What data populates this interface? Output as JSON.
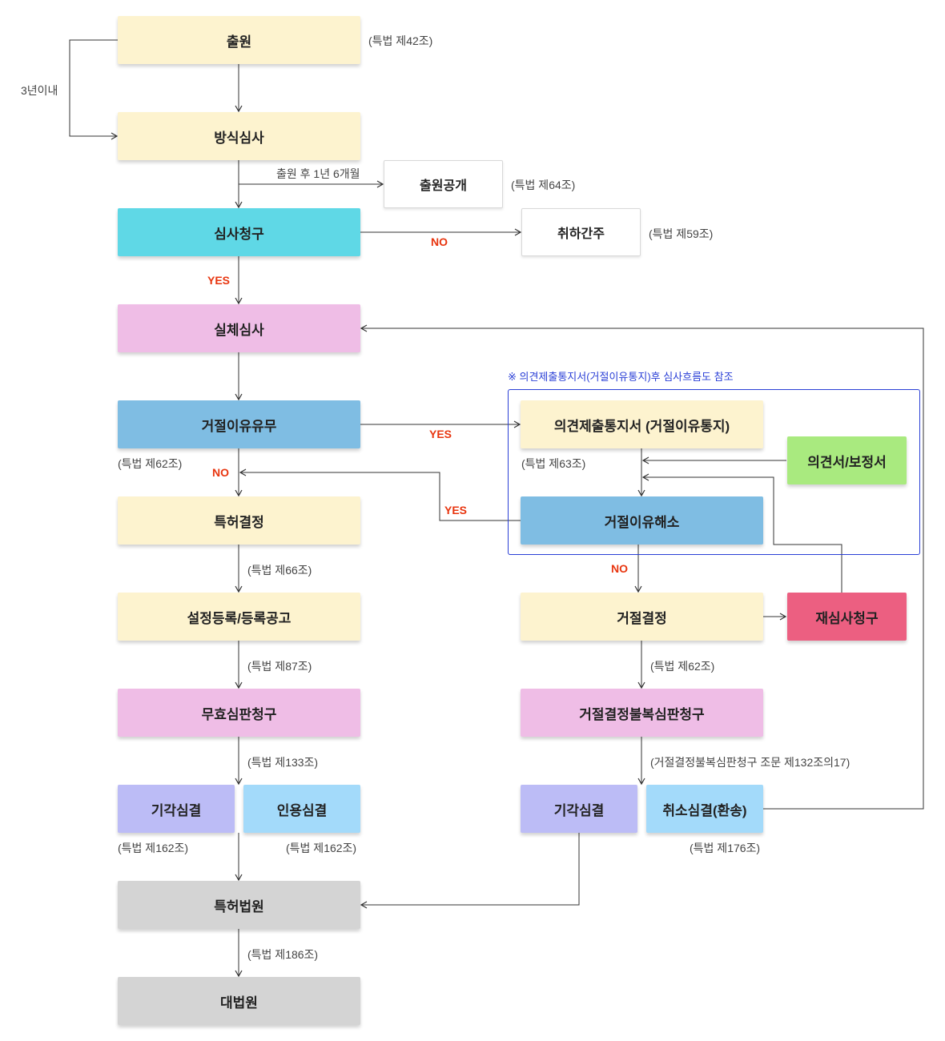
{
  "nodes": {
    "application": "출원",
    "formality_exam": "방식심사",
    "publication": "출원공개",
    "exam_request": "심사청구",
    "deemed_withdrawal": "취하간주",
    "substantive_exam": "실체심사",
    "rejection_grounds": "거절이유유무",
    "opinion_notice": "의견제출통지서 (거절이유통지)",
    "written_opinion": "의견서/보정서",
    "grounds_resolved": "거절이유해소",
    "patent_decision": "특허결정",
    "rejection_decision": "거절결정",
    "re_exam_request": "재심사청구",
    "registration": "설정등록/등록공고",
    "appeal_rejection": "거절결정불복심판청구",
    "invalidation_trial": "무효심판청구",
    "dismissal_left": "기각심결",
    "citation_decision": "인용심결",
    "dismissal_right": "기각심결",
    "revocation_decision": "취소심결(환송)",
    "patent_court": "특허법원",
    "supreme_court": "대법원"
  },
  "notes": {
    "art42": "(특법 제42조)",
    "within_3y": "3년이내",
    "after_18m": "출원 후 1년 6개월",
    "art64": "(특법 제64조)",
    "art59": "(특법 제59조)",
    "art62_left": "(특법 제62조)",
    "art63": "(특법 제63조)",
    "art66": "(특법 제66조)",
    "art87": "(특법 제87조)",
    "art62_right": "(특법 제62조)",
    "art133": "(특법 제133조)",
    "art132_17": "(거절결정불복심판청구 조문 제132조의17)",
    "art162_left": "(특법 제162조)",
    "art162_right": "(특법 제162조)",
    "art176": "(특법 제176조)",
    "art186": "(특법 제186조)",
    "group_ref": "※ 의견제출통지서(거절이유통지)후 심사흐름도 참조"
  },
  "branch_labels": {
    "no_exam": "NO",
    "yes_exam": "YES",
    "yes_grounds": "YES",
    "no_grounds": "NO",
    "yes_resolved": "YES",
    "no_resolved": "NO"
  },
  "colors": {
    "line": "#333333",
    "group_border": "#2a3fd6",
    "branch_label": "#e8350f"
  }
}
